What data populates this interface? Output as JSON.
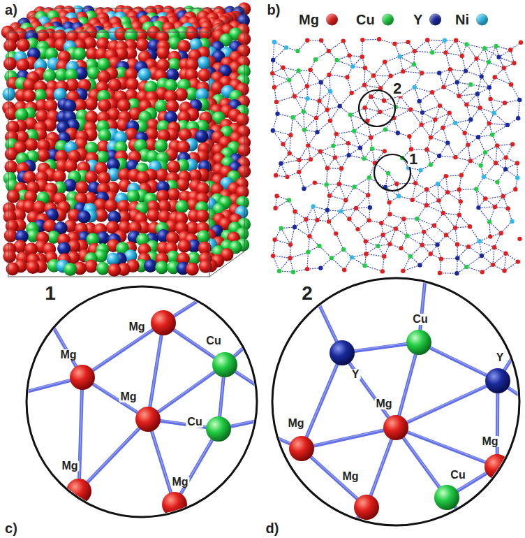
{
  "diagram": {
    "labels": [
      "a)",
      "b)",
      "2",
      "1",
      "1",
      "2",
      "Mg",
      "Mg",
      "Cu",
      "Mg",
      "Cu",
      "Mg",
      "Mg",
      "Cu",
      "Y",
      "Y",
      "Mg",
      "Mg",
      "Mg",
      "Mg",
      "Cu",
      "c)",
      "d)"
    ],
    "legend": [
      {
        "text": "Mg",
        "color": "#e0201c"
      },
      {
        "text": "Cu",
        "color": "#22cc44"
      },
      {
        "text": "Y",
        "color": "#1a2a9c"
      },
      {
        "text": "Ni",
        "color": "#30b8e8"
      }
    ]
  }
}
